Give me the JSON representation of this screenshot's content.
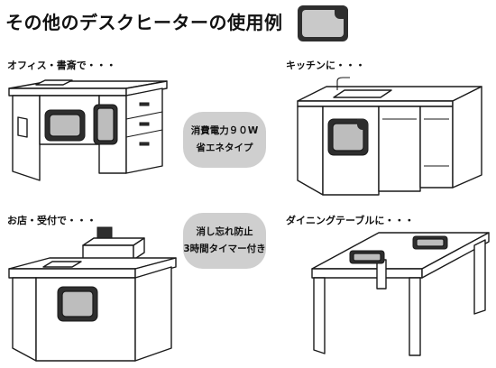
{
  "header": {
    "title": "その他のデスクヒーターの使用例",
    "icon": "desk-heater-panel-icon"
  },
  "scenes": {
    "office": {
      "caption": "オフィス・書斎で・・・"
    },
    "kitchen": {
      "caption": "キッチンに・・・"
    },
    "store": {
      "caption": "お店・受付で・・・"
    },
    "dining": {
      "caption": "ダイニングテーブルに・・・"
    }
  },
  "features": {
    "power": {
      "line1": "消費電力９０W",
      "line2": "省エネタイプ"
    },
    "timer": {
      "line1": "消し忘れ防止",
      "line2": "3時間タイマー付き"
    }
  },
  "colors": {
    "pill_bg": "#cfcfcf",
    "heater_panel": "#bdbdbd",
    "heater_frame": "#2e2e2e"
  }
}
